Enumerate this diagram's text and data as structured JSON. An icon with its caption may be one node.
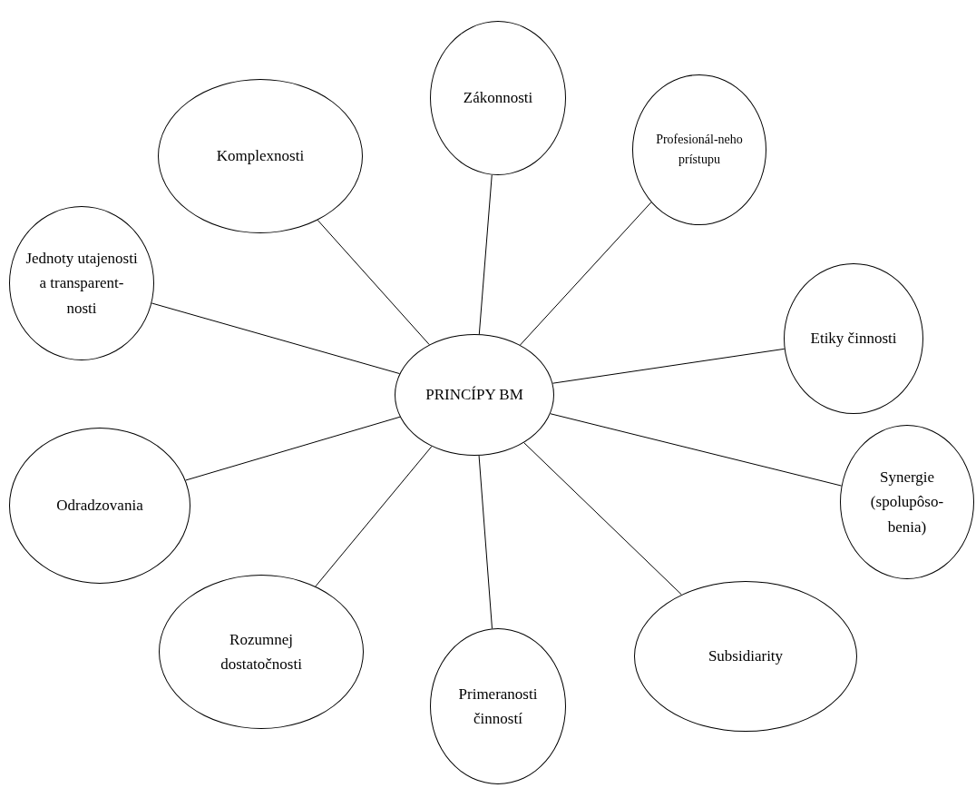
{
  "diagram": {
    "nodes": [
      {
        "text": [
          "PRINCÍPY BM"
        ]
      },
      {
        "text": [
          "Zákonnosti"
        ]
      },
      {
        "text": [
          "Profesionál-neho prístupu"
        ]
      },
      {
        "text": [
          "Etiky činnosti"
        ]
      },
      {
        "text": [
          "Synergie (spolupôso-benia)"
        ]
      },
      {
        "text": [
          "Subsidiarity"
        ]
      },
      {
        "text": [
          "Primeranosti činností"
        ]
      },
      {
        "text": [
          "Rozumnej dostatočnosti"
        ]
      },
      {
        "text": [
          "Odradzovania"
        ]
      },
      {
        "text": [
          "Jednoty utajenosti a transparent-nosti"
        ]
      },
      {
        "text": [
          "Komplexnosti"
        ]
      }
    ],
    "edges": [
      {
        "from": 0,
        "to": 1,
        "arrow": "none"
      },
      {
        "from": 0,
        "to": 2,
        "arrow": "none"
      },
      {
        "from": 0,
        "to": 3,
        "arrow": "none"
      },
      {
        "from": 0,
        "to": 4,
        "arrow": "none"
      },
      {
        "from": 0,
        "to": 5,
        "arrow": "none"
      },
      {
        "from": 0,
        "to": 6,
        "arrow": "none"
      },
      {
        "from": 0,
        "to": 7,
        "arrow": "none"
      },
      {
        "from": 0,
        "to": 8,
        "arrow": "none"
      },
      {
        "from": 0,
        "to": 9,
        "arrow": "none"
      },
      {
        "from": 0,
        "to": 10,
        "arrow": "none"
      }
    ]
  }
}
